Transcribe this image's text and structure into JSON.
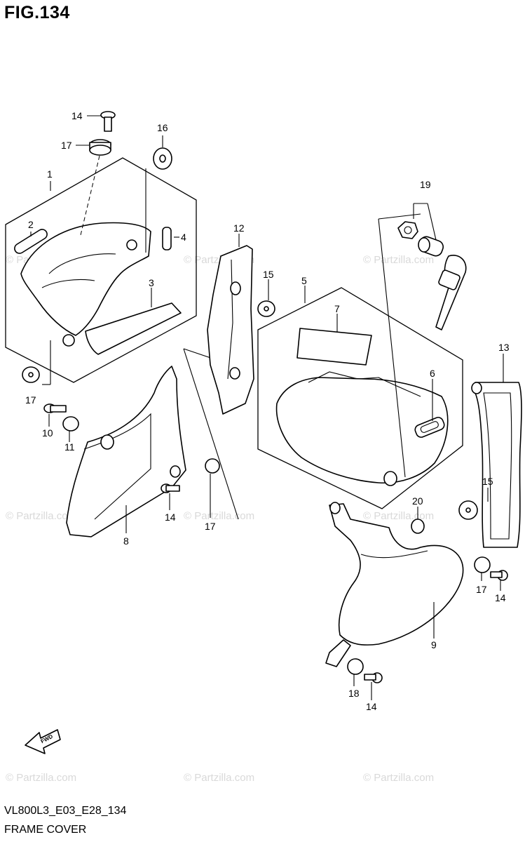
{
  "figure": {
    "title": "FIG.134",
    "code": "VL800L3_E03_E28_134",
    "caption": "FRAME COVER"
  },
  "watermark": {
    "text": "© Partzilla.com",
    "color": "#d9d9d9"
  },
  "fwd_arrow_text": "FWD",
  "callouts": [
    {
      "id": "c14a",
      "text": "14"
    },
    {
      "id": "c17a",
      "text": "17"
    },
    {
      "id": "c16",
      "text": "16"
    },
    {
      "id": "c1",
      "text": "1"
    },
    {
      "id": "c2",
      "text": "2"
    },
    {
      "id": "c4",
      "text": "4"
    },
    {
      "id": "c3",
      "text": "3"
    },
    {
      "id": "c17b",
      "text": "17"
    },
    {
      "id": "c10",
      "text": "10"
    },
    {
      "id": "c11",
      "text": "11"
    },
    {
      "id": "c12",
      "text": "12"
    },
    {
      "id": "c15a",
      "text": "15"
    },
    {
      "id": "c5",
      "text": "5"
    },
    {
      "id": "c7",
      "text": "7"
    },
    {
      "id": "c6",
      "text": "6"
    },
    {
      "id": "c19",
      "text": "19"
    },
    {
      "id": "c13",
      "text": "13"
    },
    {
      "id": "c8",
      "text": "8"
    },
    {
      "id": "c14b",
      "text": "14"
    },
    {
      "id": "c17c",
      "text": "17"
    },
    {
      "id": "c20",
      "text": "20"
    },
    {
      "id": "c15b",
      "text": "15"
    },
    {
      "id": "c9",
      "text": "9"
    },
    {
      "id": "c17d",
      "text": "17"
    },
    {
      "id": "c14c",
      "text": "14"
    },
    {
      "id": "c18",
      "text": "18"
    },
    {
      "id": "c14d",
      "text": "14"
    }
  ]
}
